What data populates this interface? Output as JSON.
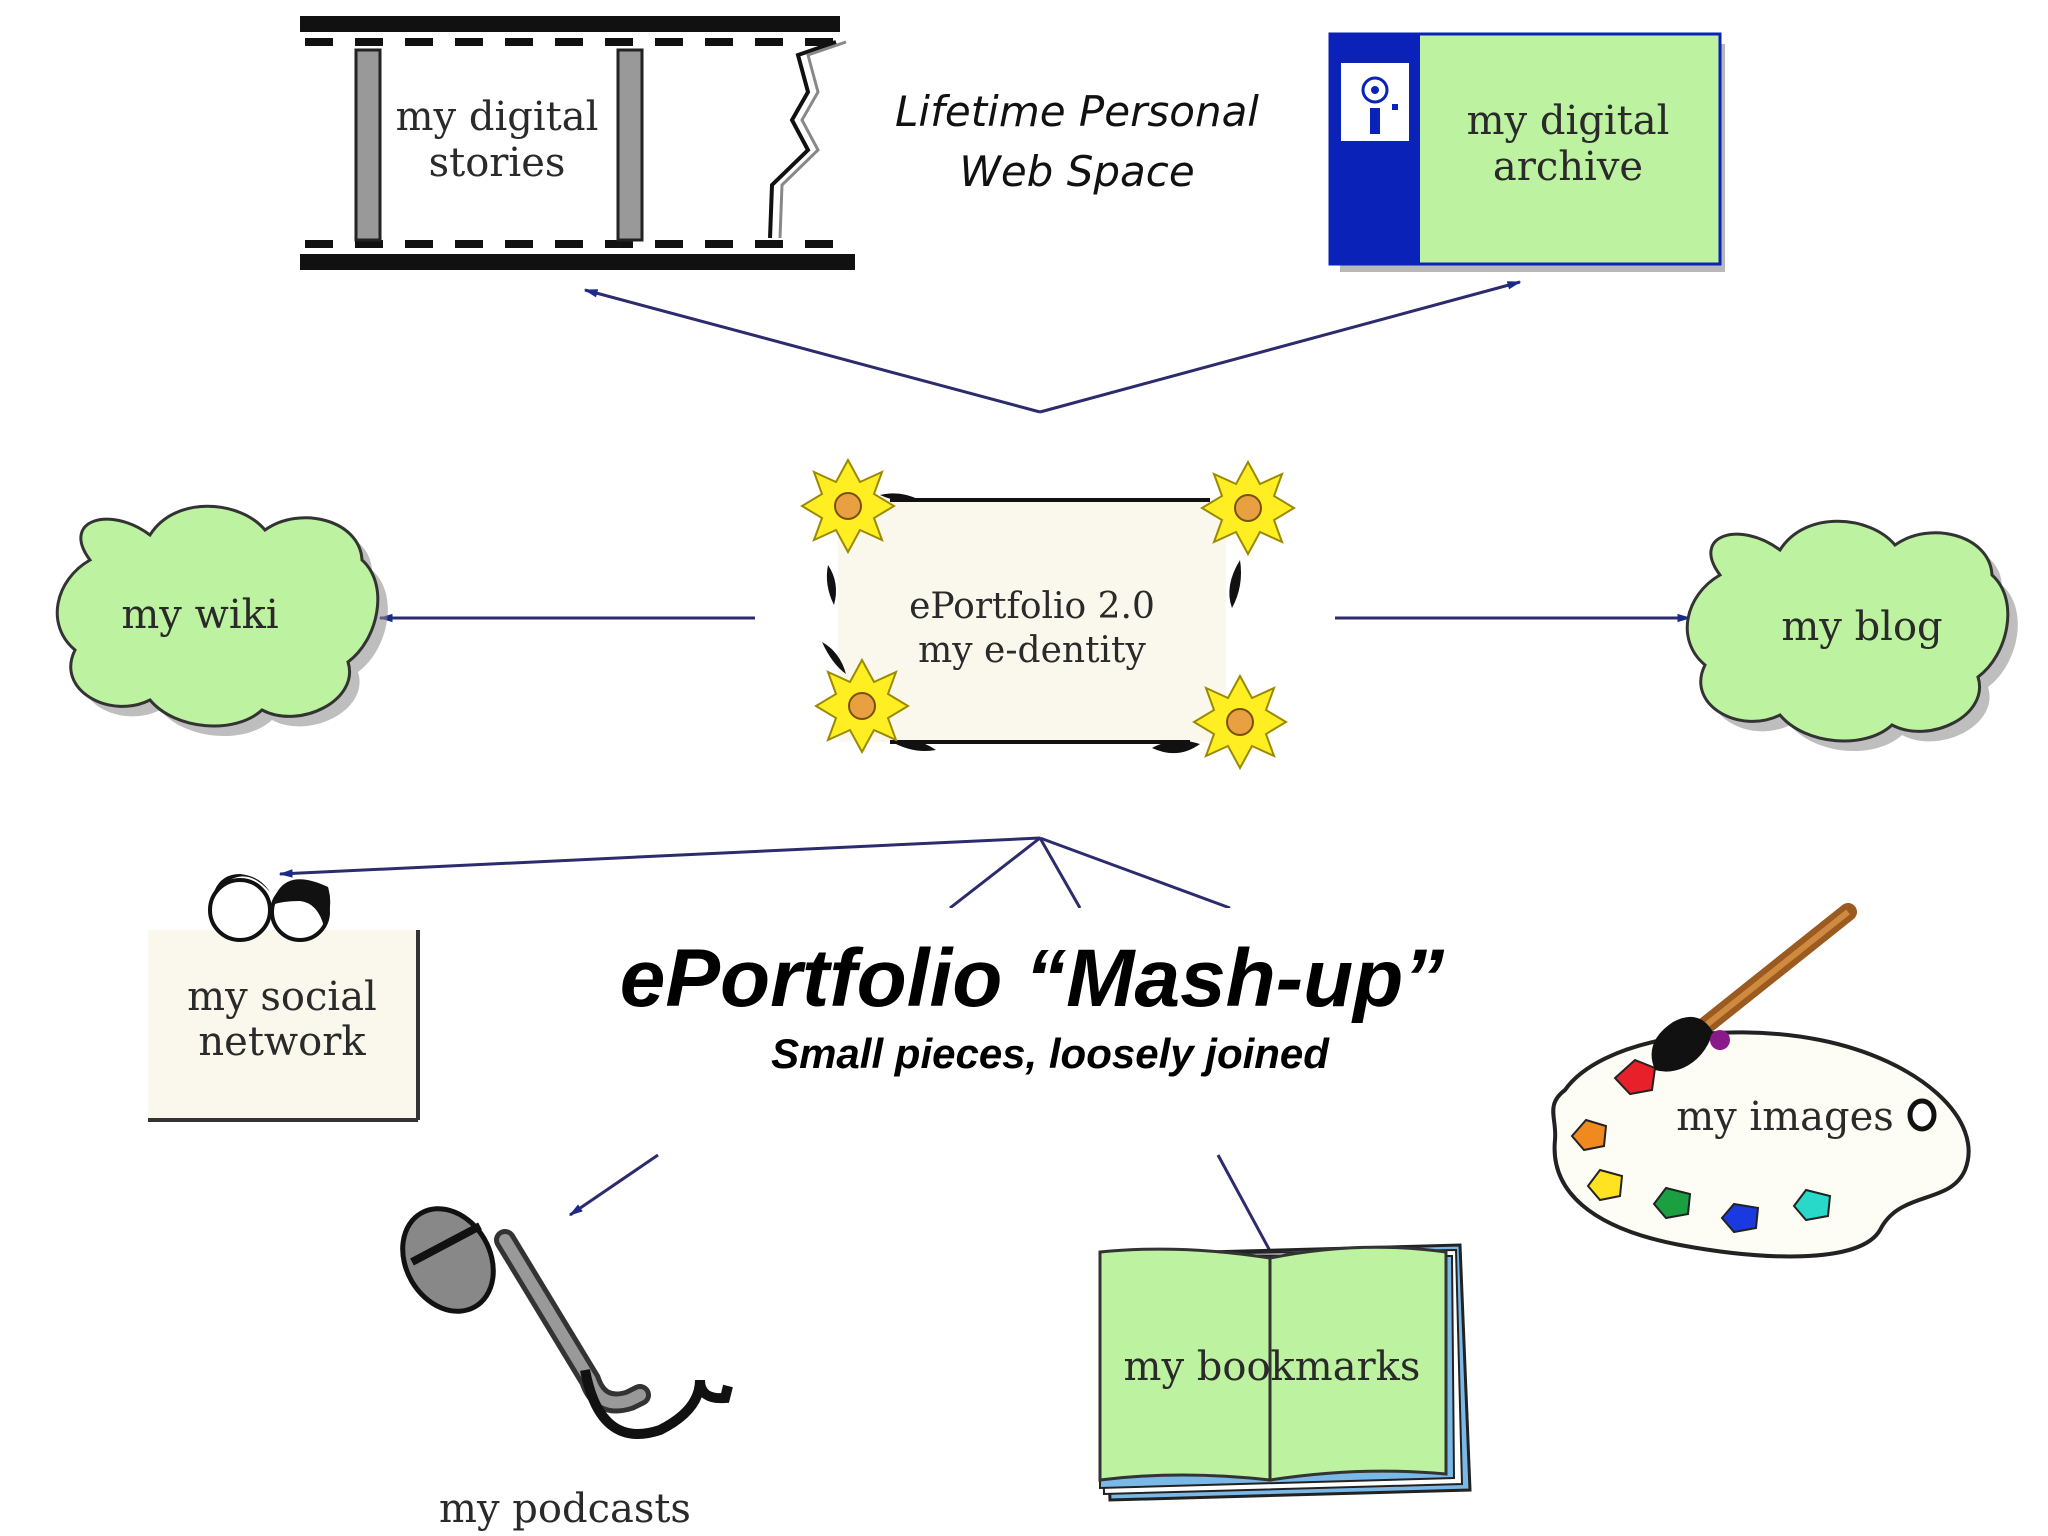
{
  "header": {
    "tagline_line1": "Lifetime Personal",
    "tagline_line2": "Web Space"
  },
  "center": {
    "line1": "ePortfolio 2.0",
    "line2": "my e-dentity"
  },
  "nodes": {
    "stories": {
      "line1": "my digital",
      "line2": "stories"
    },
    "archive": {
      "line1": "my digital",
      "line2": "archive"
    },
    "wiki": {
      "label": "my wiki"
    },
    "blog": {
      "label": "my blog"
    },
    "social": {
      "line1": "my social",
      "line2": "network"
    },
    "images": {
      "label": "my images"
    },
    "podcasts": {
      "label": "my podcasts"
    },
    "bookmarks": {
      "label": "my bookmarks"
    }
  },
  "overlay": {
    "title": "ePortfolio “Mash-up”",
    "subtitle": "Small pieces, loosely joined"
  },
  "colors": {
    "node_green": "#bdf2a0",
    "archive_blue": "#0a22b8",
    "arrow": "#1a2a8a",
    "flower_yellow": "#ffee22"
  },
  "icons": [
    "film-strip-icon",
    "floppy-disk-icon",
    "cloud-icon",
    "flower-icon",
    "faces-icon",
    "palette-icon",
    "paintbrush-icon",
    "microphone-icon",
    "book-icon"
  ]
}
